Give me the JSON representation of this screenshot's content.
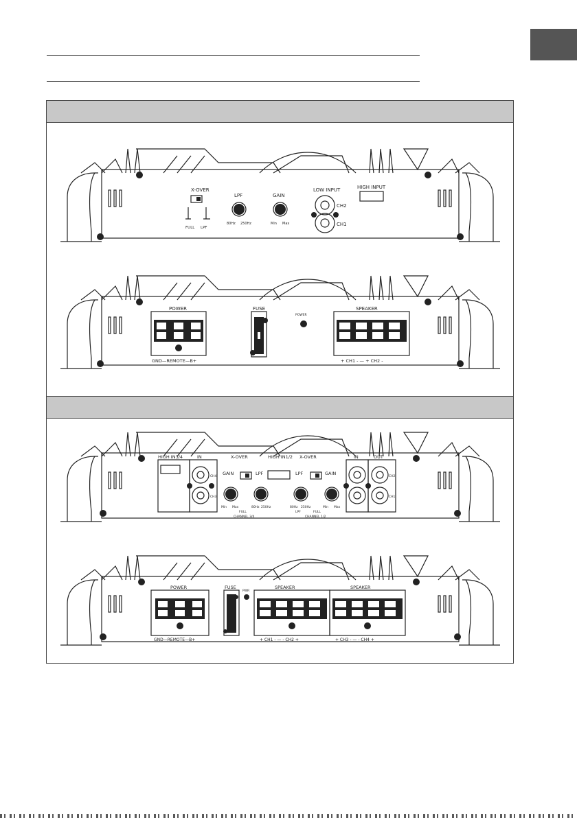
{
  "colors": {
    "line": "#222222",
    "band": "#c8c8c8",
    "tab": "#555555"
  },
  "amp2": {
    "front": {
      "xover": "X-OVER",
      "full": "FULL",
      "lpf_switch": "LPF",
      "lpf": "LPF",
      "lpf_min": "80Hz",
      "lpf_max": "250Hz",
      "gain": "GAIN",
      "gain_min": "Min",
      "gain_max": "Max",
      "low_input": "LOW INPUT",
      "ch2": "CH2",
      "ch1": "CH1",
      "high_input": "HIGH INPUT"
    },
    "rear": {
      "power": "POWER",
      "power_sub": "GND—REMOTE—B+",
      "fuse": "FUSE",
      "power_led": "POWER",
      "speaker": "SPEAKER",
      "speaker_sub": "+ CH1 -  —  + CH2 -"
    }
  },
  "amp4": {
    "front": {
      "high_in34": "HIGH IN3/4",
      "in": "IN",
      "ch4": "CH4",
      "ch3": "CH3",
      "xover": "X-OVER",
      "gain": "GAIN",
      "gain_min": "Min",
      "gain_max": "Max",
      "full": "FULL",
      "lpf": "LPF",
      "lpf_min": "80Hz",
      "lpf_max": "250Hz",
      "channel34": "CHANNEL 3/4",
      "high_in12": "HIGH IN1/2",
      "xover2": "X-OVER",
      "lpf2": "LPF",
      "lpf2_min": "80Hz",
      "lpf2_max": "250Hz",
      "lpf2_sub": "LPF",
      "gain2": "GAIN",
      "gain2_min": "Min",
      "gain2_max": "Max",
      "full2": "FULL",
      "channel12": "CHANNEL 1/2",
      "in2": "IN",
      "out": "OUT",
      "ch2": "CH2",
      "ch1": "CH1"
    },
    "rear": {
      "power": "POWER",
      "power_sub": "GND—REMOTE—B+",
      "fuse": "FUSE",
      "pwr": "PWR",
      "speaker1": "SPEAKER",
      "speaker1_sub": "+ CH1 -  —  - CH2 +",
      "speaker2": "SPEAKER",
      "speaker2_sub": "+ CH3 -  —  - CH4 +"
    }
  }
}
